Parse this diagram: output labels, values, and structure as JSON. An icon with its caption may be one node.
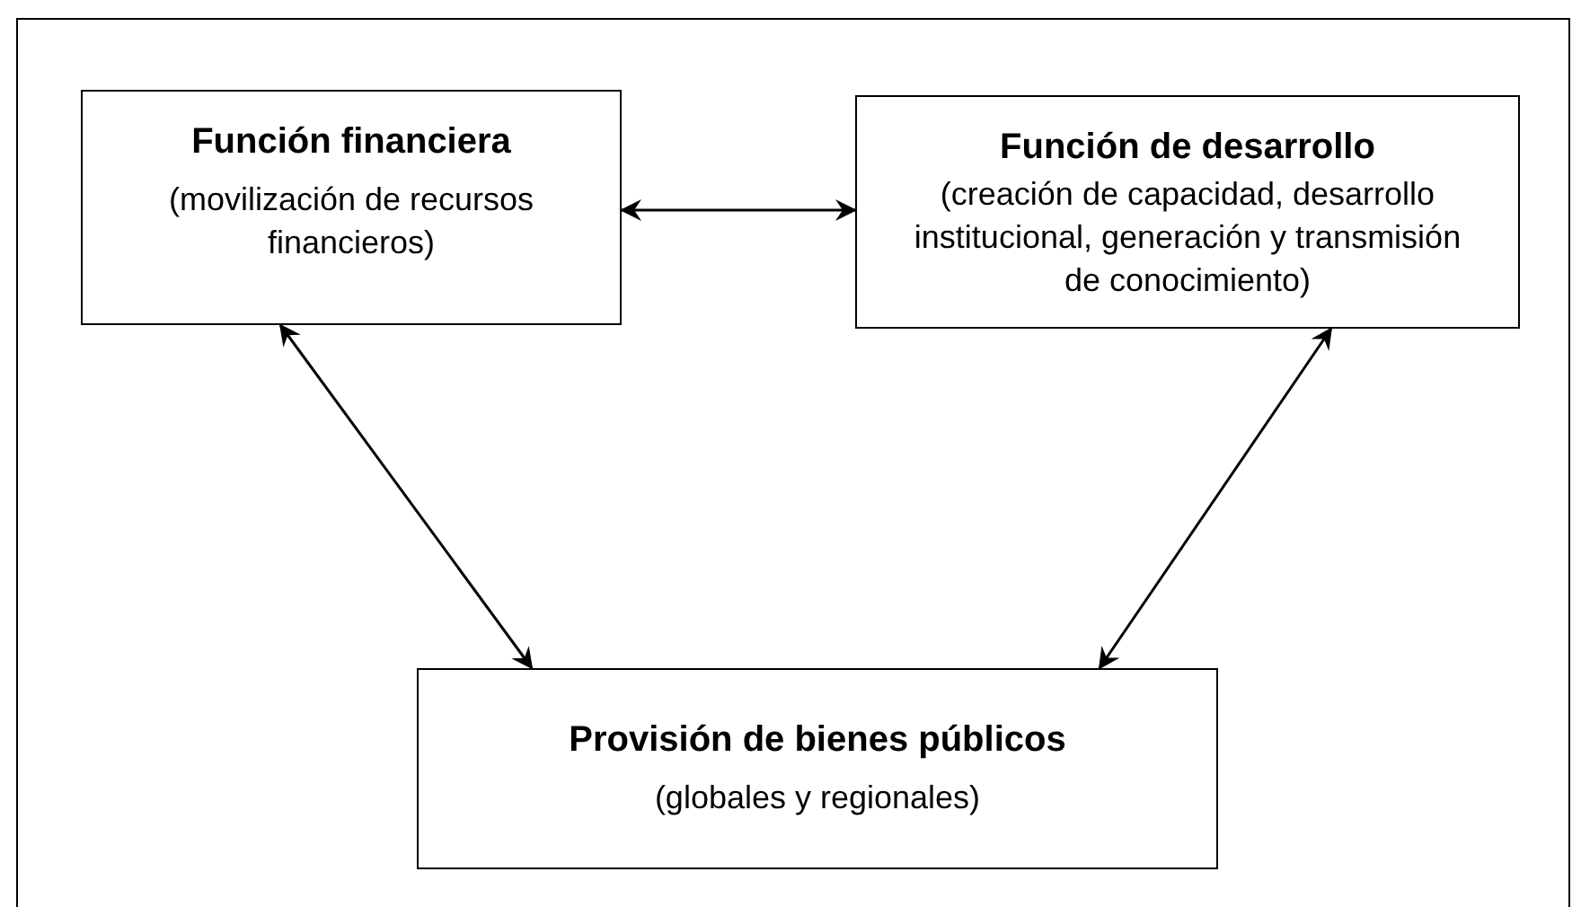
{
  "diagram": {
    "nodes": [
      {
        "text": [
          "Función financiera",
          "(movilización de recursos financieros)"
        ]
      },
      {
        "text": [
          "Función de desarrollo",
          "(creación de capacidad, desarrollo institucional, generación y transmisión de conocimiento)"
        ]
      },
      {
        "text": [
          "Provisión de bienes públicos",
          "(globales y regionales)"
        ]
      }
    ],
    "edges": [
      {
        "from": 0,
        "to": 1,
        "arrow": "both"
      },
      {
        "from": 0,
        "to": 2,
        "arrow": "both"
      },
      {
        "from": 1,
        "to": 2,
        "arrow": "both"
      }
    ]
  }
}
